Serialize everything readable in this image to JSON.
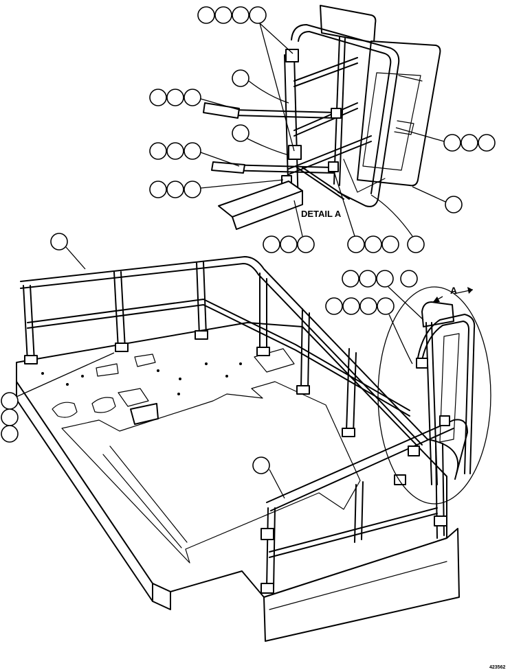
{
  "detail_label": "DETAIL A",
  "view_letter": "A",
  "figure_id": "423562"
}
